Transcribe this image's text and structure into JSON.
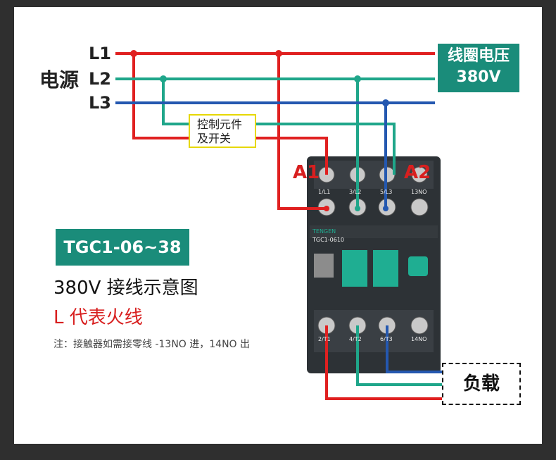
{
  "power_source": {
    "title": "电源",
    "lines": [
      "L1",
      "L2",
      "L3"
    ]
  },
  "coil_voltage": {
    "line1": "线圈电压",
    "line2": "380V"
  },
  "control_switch": {
    "line1": "控制元件",
    "line2": "及开关"
  },
  "contactor": {
    "terminal_a1": "A1",
    "terminal_a2": "A2",
    "top_terminals": [
      "1/L1",
      "3/L2",
      "5/L3",
      "13NO"
    ],
    "bottom_terminals": [
      "2/T1",
      "4/T2",
      "6/T3",
      "14NO"
    ],
    "brand": "TENGEN",
    "model_plate": "TGC1-0610"
  },
  "model_label": "TGC1-06~38",
  "caption": "380V 接线示意图",
  "live_note": "L 代表火线",
  "footnote": "注：接触器如需接零线 -13NO 进，14NO 出",
  "load_label": "负载",
  "colors": {
    "l1": "#e02020",
    "l2": "#1fa68a",
    "l3": "#2458b0",
    "accent": "#1a8c7a",
    "switch_border": "#e6d800"
  }
}
